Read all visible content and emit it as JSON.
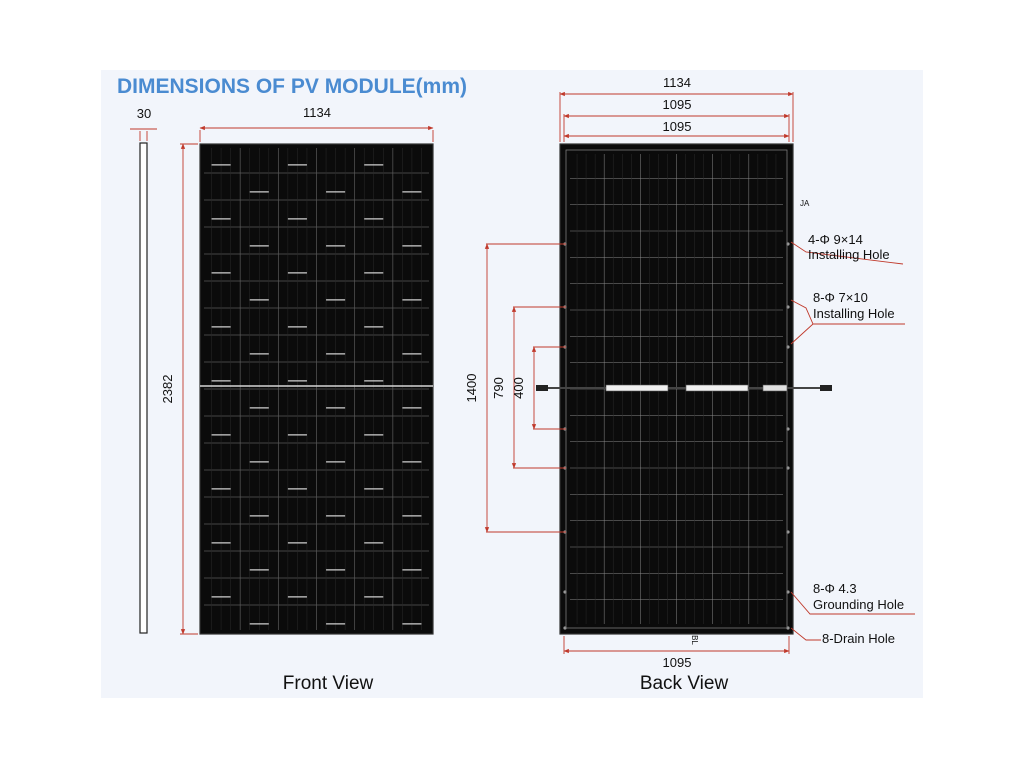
{
  "title": "DIMENSIONS OF PV MODULE(mm)",
  "side_view": {
    "thickness": "30"
  },
  "front_view": {
    "label": "Front View",
    "width": "1134",
    "height": "2382"
  },
  "back_view": {
    "label": "Back View",
    "width_overall": "1134",
    "width_outer_holes": "1095",
    "width_inner_holes": "1095",
    "width_bottom": "1095",
    "spacing_1400": "1400",
    "spacing_790": "790",
    "spacing_400": "400",
    "corner_mark_top": "JA",
    "corner_mark_bottom": "BL"
  },
  "notes": {
    "installing_hole_1_spec": "4-Φ 9×14",
    "installing_hole_1_label": "Installing Hole",
    "installing_hole_2_spec": "8-Φ 7×10",
    "installing_hole_2_label": "Installing Hole",
    "grounding_hole_spec": "8-Φ 4.3",
    "grounding_hole_label": "Grounding Hole",
    "drain_hole_label": "8-Drain Hole"
  },
  "colors": {
    "title": "#4a8bd1",
    "dimension_lines": "#c0392b",
    "panel": "#0b0b0b",
    "background": "#f2f5fb"
  }
}
